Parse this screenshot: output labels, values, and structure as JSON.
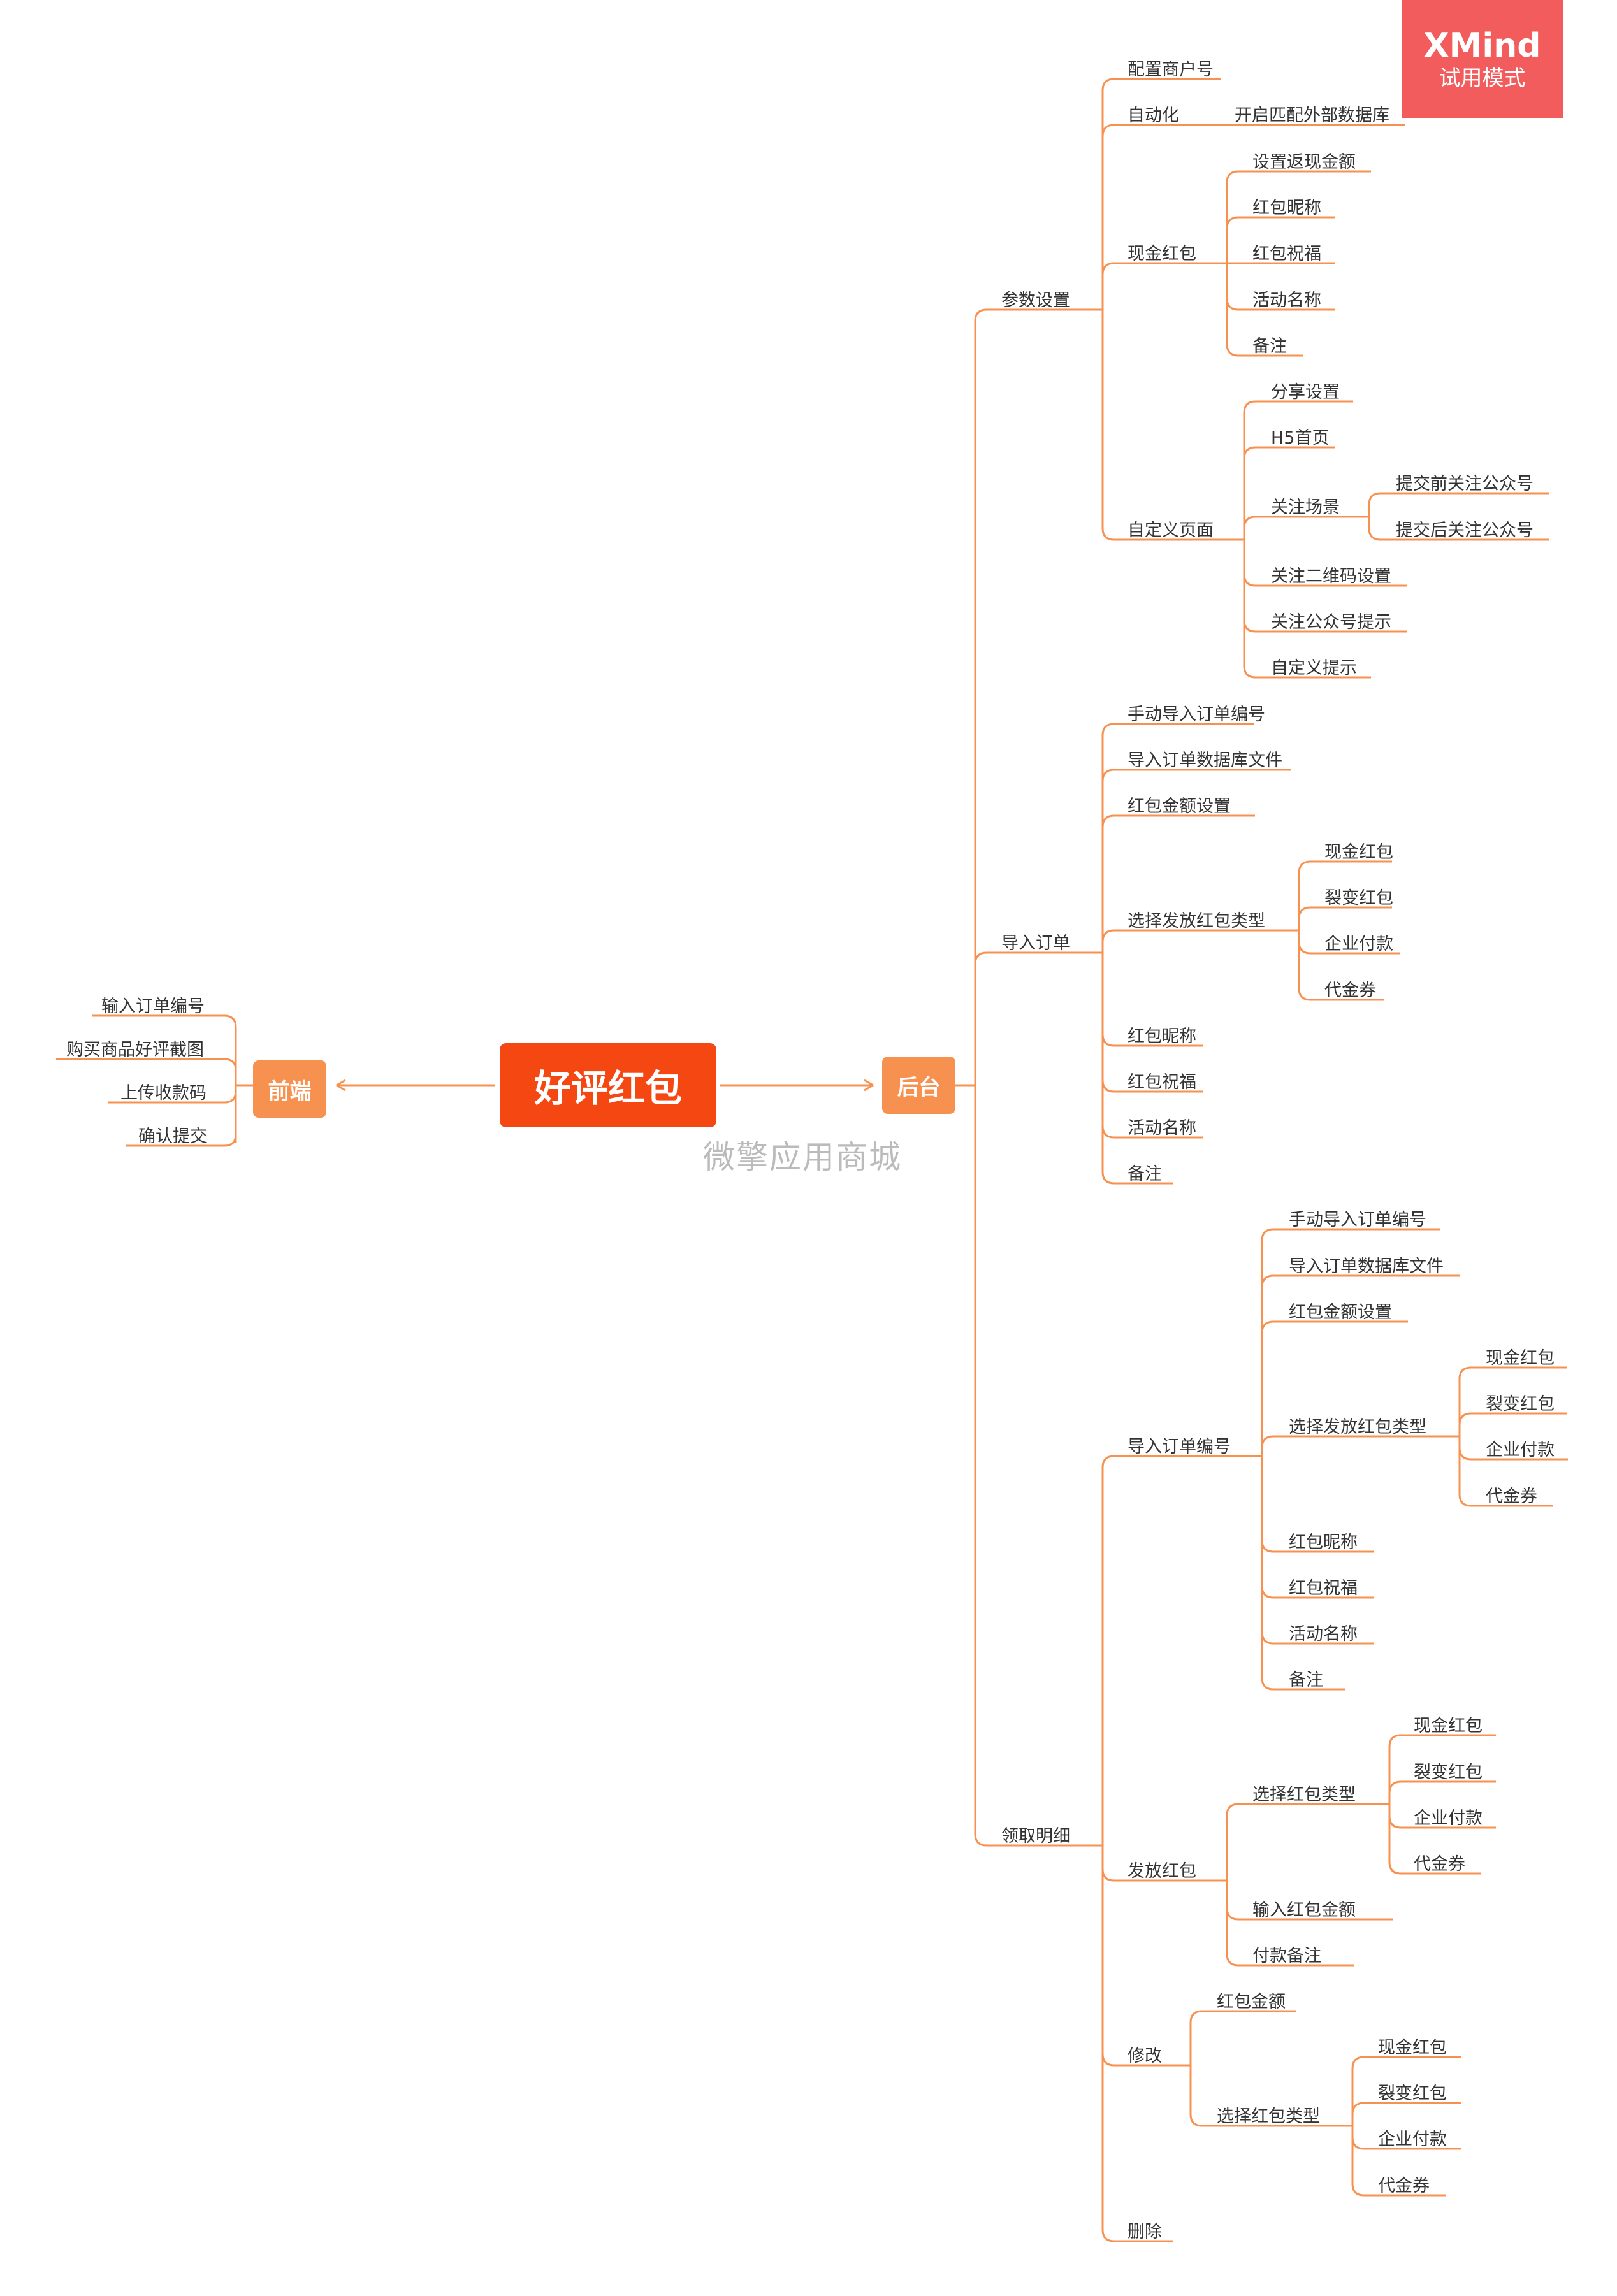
{
  "badge": {
    "title": "XMind",
    "subtitle": "试用模式"
  },
  "watermark": "微擎应用商城",
  "root": "好评红包",
  "frontend": {
    "label": "前端",
    "items": [
      "输入订单编号",
      "购买商品好评截图",
      "上传收款码",
      "确认提交"
    ]
  },
  "backend": {
    "label": "后台",
    "params": {
      "label": "参数设置",
      "merchant": "配置商户号",
      "auto": {
        "label": "自动化",
        "child": "开启匹配外部数据库"
      },
      "cash": {
        "label": "现金红包",
        "items": [
          "设置返现金额",
          "红包昵称",
          "红包祝福",
          "活动名称",
          "备注"
        ]
      },
      "custom": {
        "label": "自定义页面",
        "share": "分享设置",
        "h5": "H5首页",
        "follow": {
          "label": "关注场景",
          "items": [
            "提交前关注公众号",
            "提交后关注公众号"
          ]
        },
        "rest": [
          "关注二维码设置",
          "关注公众号提示",
          "自定义提示"
        ]
      }
    },
    "import": {
      "label": "导入订单",
      "top": [
        "手动导入订单编号",
        "导入订单数据库文件",
        "红包金额设置"
      ],
      "type": {
        "label": "选择发放红包类型",
        "items": [
          "现金红包",
          "裂变红包",
          "企业付款",
          "代金券"
        ]
      },
      "bottom": [
        "红包昵称",
        "红包祝福",
        "活动名称",
        "备注"
      ]
    },
    "detail": {
      "label": "领取明细",
      "importno": {
        "label": "导入订单编号",
        "top": [
          "手动导入订单编号",
          "导入订单数据库文件",
          "红包金额设置"
        ],
        "type": {
          "label": "选择发放红包类型",
          "items": [
            "现金红包",
            "裂变红包",
            "企业付款",
            "代金券"
          ]
        },
        "bottom": [
          "红包昵称",
          "红包祝福",
          "活动名称",
          "备注"
        ]
      },
      "send": {
        "label": "发放红包",
        "type": {
          "label": "选择红包类型",
          "items": [
            "现金红包",
            "裂变红包",
            "企业付款",
            "代金券"
          ]
        },
        "amount": "输入红包金额",
        "remark": "付款备注"
      },
      "modify": {
        "label": "修改",
        "amount": "红包金额",
        "type": {
          "label": "选择红包类型",
          "items": [
            "现金红包",
            "裂变红包",
            "企业付款",
            "代金券"
          ]
        }
      },
      "delete": "删除"
    }
  }
}
